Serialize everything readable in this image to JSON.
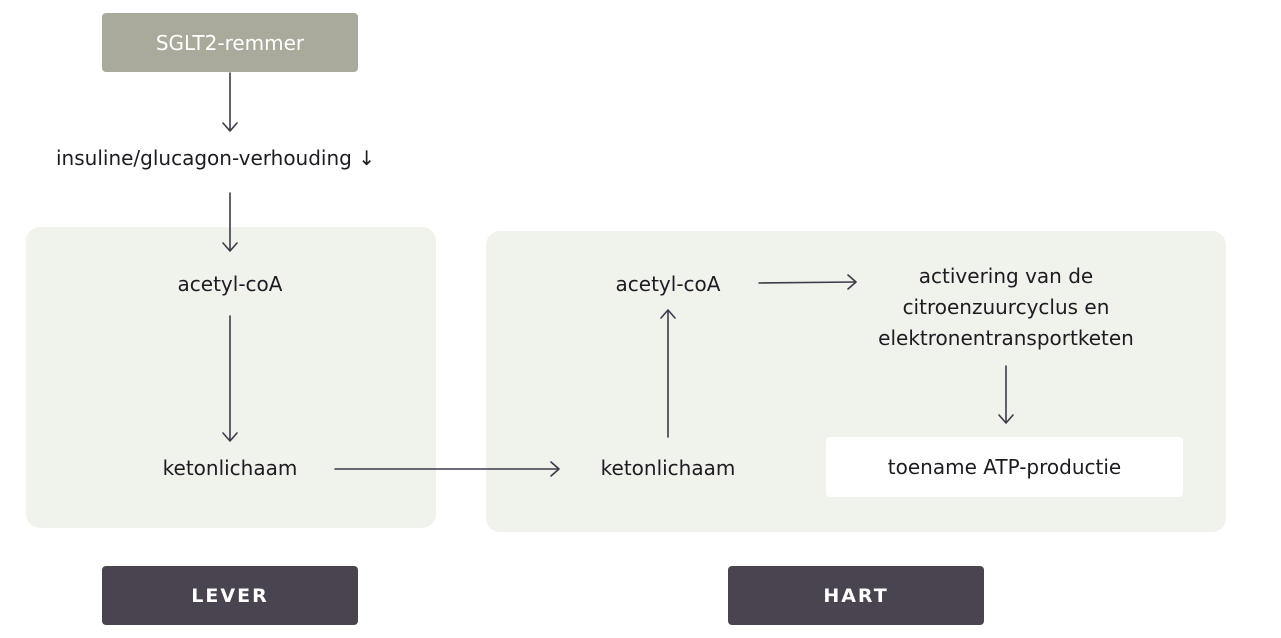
{
  "colors": {
    "panel_bg": "#f0f2ec",
    "top_box_bg": "#a9aa9b",
    "label_box_bg": "#4a4350",
    "arrow": "#3d3a4a"
  },
  "nodes": {
    "sglt2": "SGLT2-remmer",
    "ratio": "insuline/glucagon-verhouding ↓",
    "lever_acetyl": "acetyl-coA",
    "lever_keton": "ketonlichaam",
    "hart_acetyl": "acetyl-coA",
    "hart_keton": "ketonlichaam",
    "hart_activering": "activering van de citroenzuurcyclus en elektronentransportketen",
    "atp": "toename ATP-productie"
  },
  "labels": {
    "lever": "LEVER",
    "hart": "HART"
  }
}
